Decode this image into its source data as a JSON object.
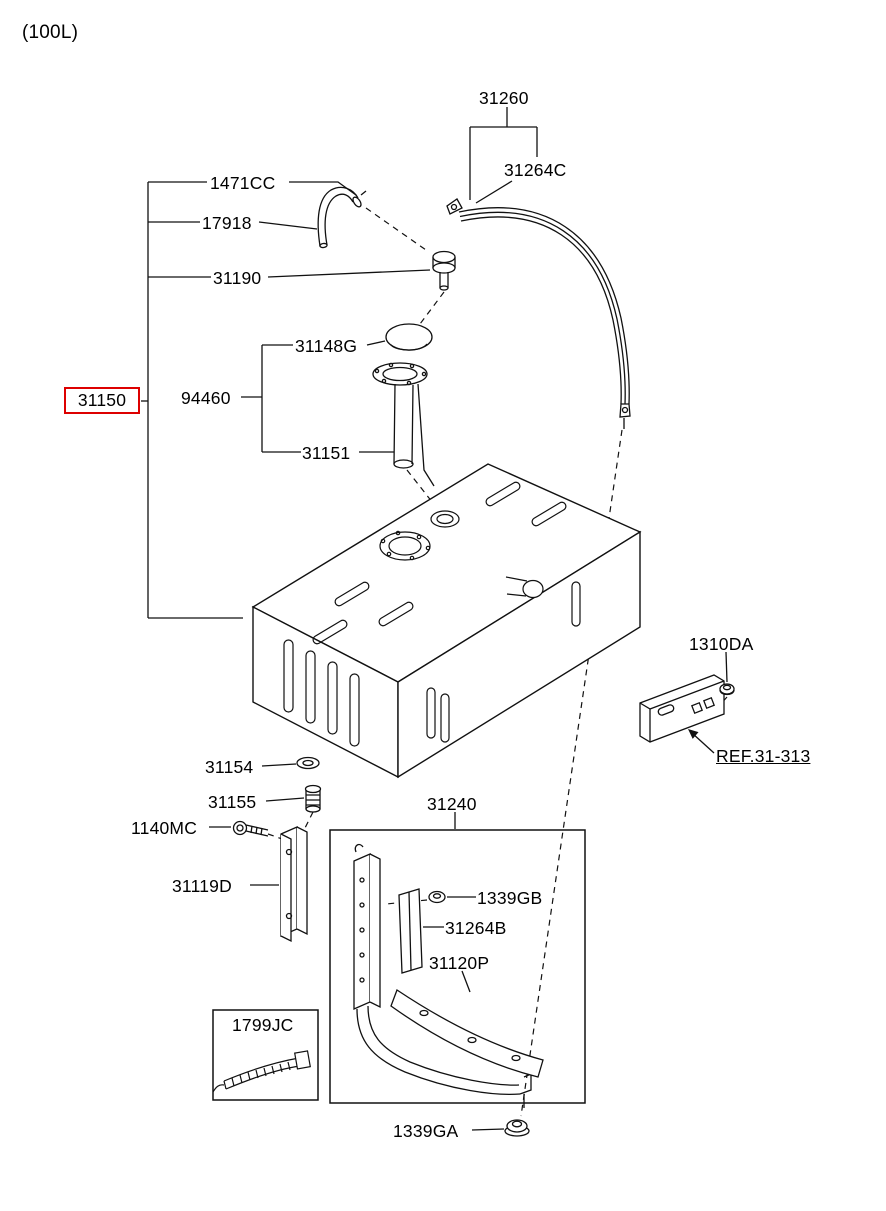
{
  "header": {
    "capacity_label": "(100L)"
  },
  "colors": {
    "highlight": "#dd0000",
    "line": "#111111"
  },
  "parts": {
    "p31150": "31150",
    "p1471CC": "1471CC",
    "p17918": "17918",
    "p31190": "31190",
    "p31148G": "31148G",
    "p94460": "94460",
    "p31151": "31151",
    "p31260": "31260",
    "p31264C": "31264C",
    "p31154": "31154",
    "p31155": "31155",
    "p1140MC": "1140MC",
    "p31119D": "31119D",
    "p31240": "31240",
    "p1339GB": "1339GB",
    "p31264B": "31264B",
    "p31120P": "31120P",
    "p1799JC": "1799JC",
    "p1339GA": "1339GA",
    "p1310DA": "1310DA",
    "pREF31313": "REF.31-313"
  }
}
